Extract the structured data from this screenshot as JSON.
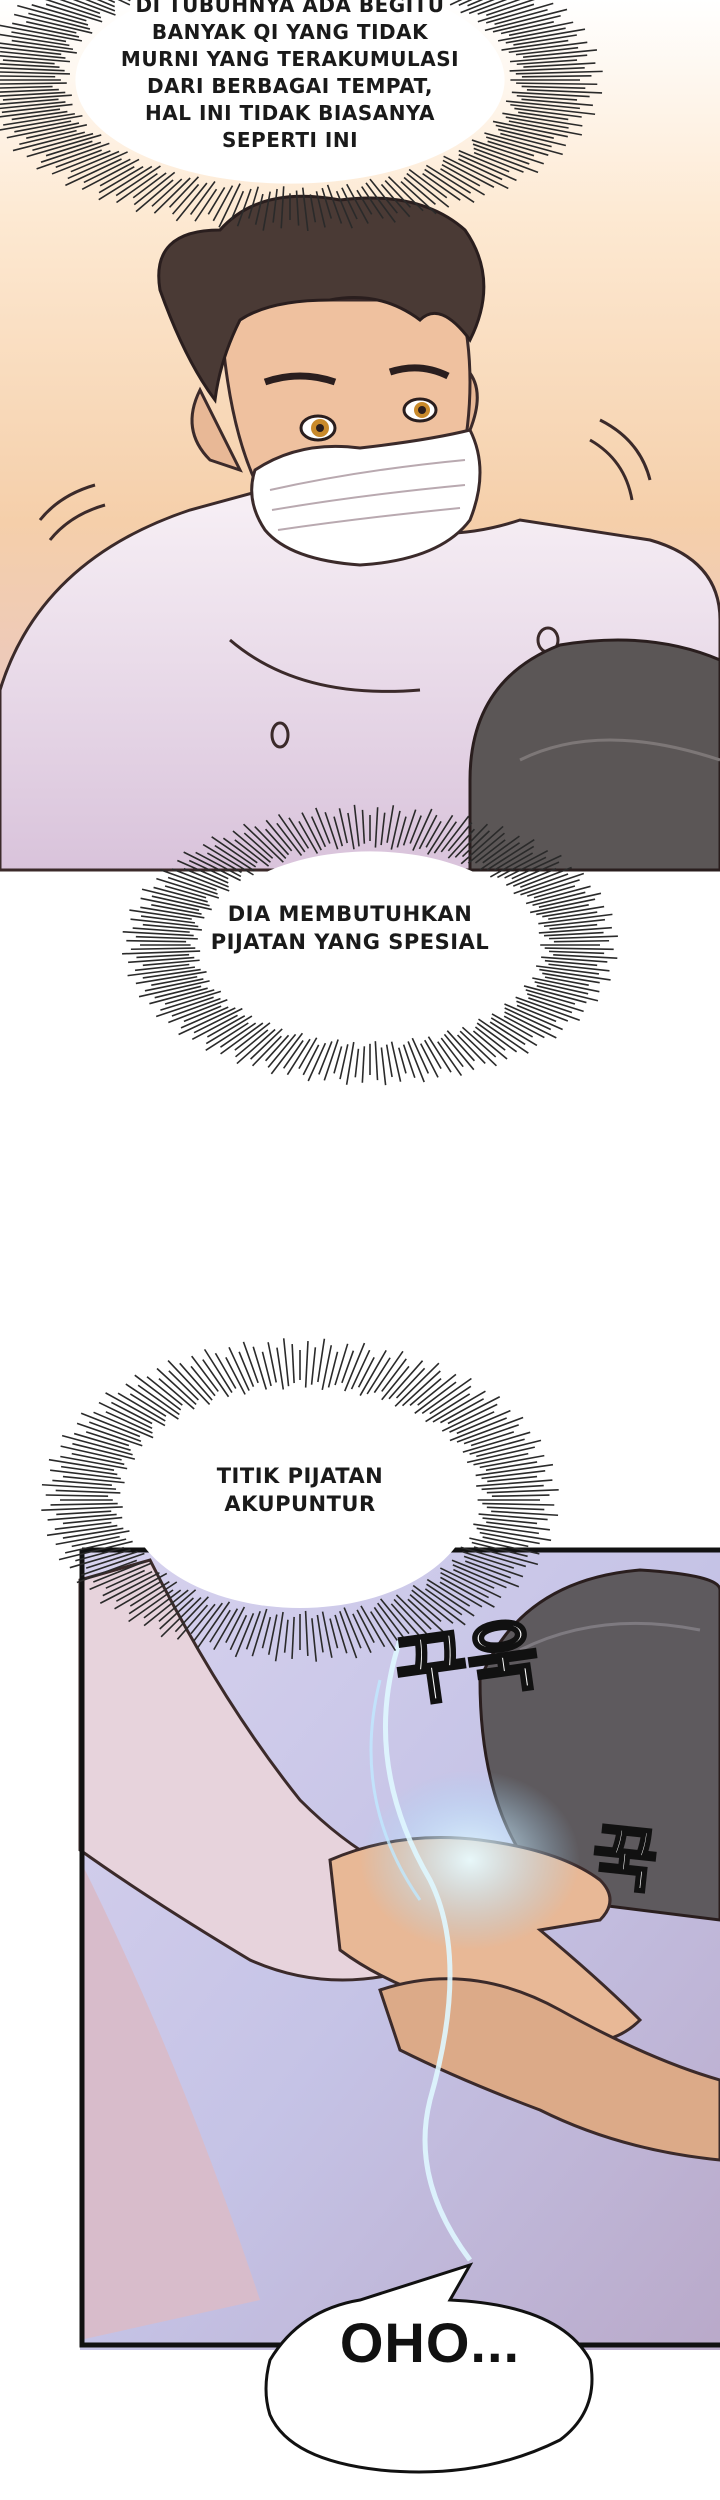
{
  "bubbles": {
    "top": {
      "lines": [
        "DI TUBUHNYA ADA BEGITU",
        "BANYAK QI YANG TIDAK",
        "MURNI YANG TERAKUMULASI",
        "DARI BERBAGAI TEMPAT,",
        "HAL INI TIDAK BIASANYA",
        "SEPERTI INI"
      ]
    },
    "middle": {
      "lines": [
        "DIA MEMBUTUHKAN",
        "PIJATAN YANG SPESIAL"
      ]
    },
    "lower": {
      "lines": [
        "TITIK PIJATAN",
        "AKUPUNTUR"
      ]
    },
    "bottom": {
      "text": "OHO..."
    }
  },
  "sfx": {
    "left": "꾸욱",
    "right": "꾹"
  },
  "colors": {
    "panel_bg_top": "#f7d6b3",
    "panel_bg_bottom": "#e9c9cf",
    "panel2_bg": "#c9c6e6",
    "skin": "#e8b896",
    "hair": "#4a3a35",
    "uniform": "#f4eef4",
    "glow": "#bfe8ff"
  }
}
